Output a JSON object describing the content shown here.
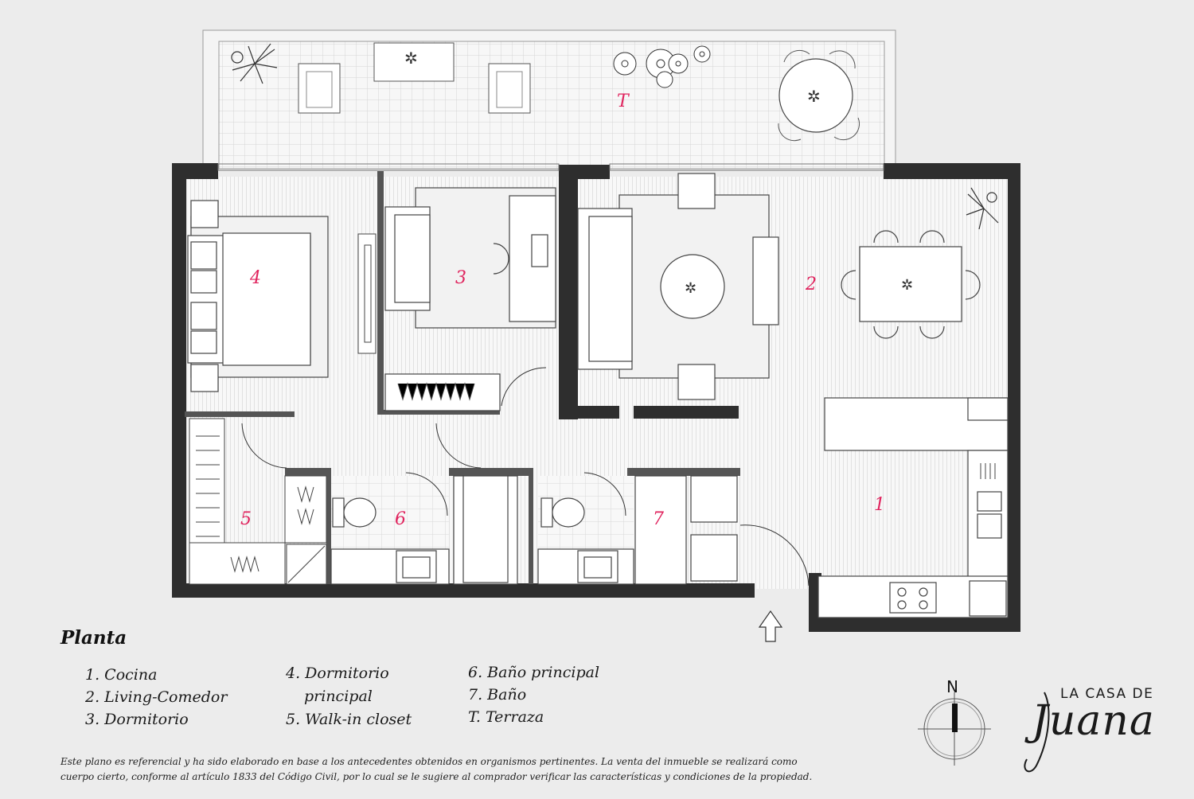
{
  "rooms": [
    {
      "number": "T"
    },
    {
      "number": "4"
    },
    {
      "number": "3"
    },
    {
      "number": "2"
    },
    {
      "number": "1"
    },
    {
      "number": "5"
    },
    {
      "number": "6"
    },
    {
      "number": "7"
    }
  ],
  "legend": {
    "title": "Planta",
    "col1": [
      "1. Cocina",
      "2. Living-Comedor",
      "3. Dormitorio"
    ],
    "col2": [
      "4. Dormitorio",
      "principal",
      "5. Walk-in closet"
    ],
    "col3": [
      "6. Baño principal",
      "7. Baño",
      "T. Terraza"
    ]
  },
  "disclaimer": [
    "Este plano es referencial y ha sido elaborado en base a los antecedentes obtenidos en organismos pertinentes.  La venta del inmueble se realizará como",
    "cuerpo cierto, conforme al artículo 1833 del Código Civil, por lo cual se le sugiere al comprador verificar las características y condiciones de la propiedad."
  ],
  "compass": {
    "label": "N"
  },
  "brand": {
    "line1": "LA CASA DE",
    "line2": "Juana"
  },
  "colors": {
    "wall": "#2e2e2e",
    "room_number": "#e0245e",
    "background": "#ececec"
  }
}
